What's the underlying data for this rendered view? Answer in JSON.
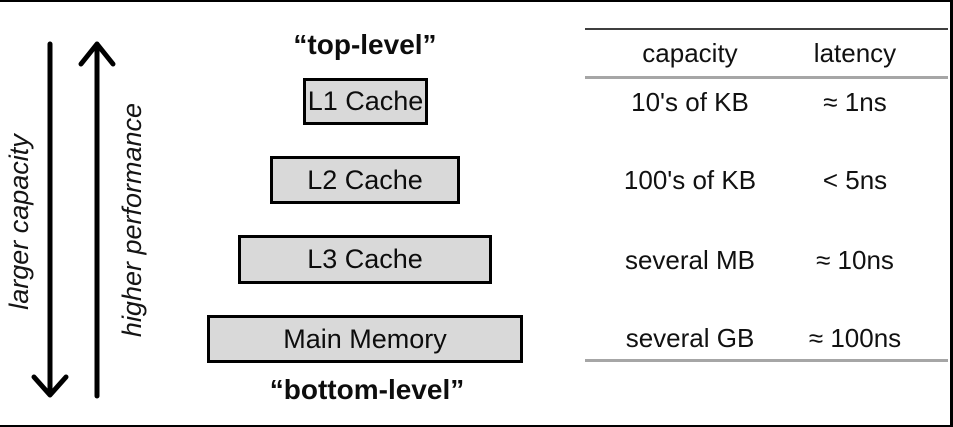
{
  "diagram": {
    "axis": {
      "capacity_label": "larger capacity",
      "performance_label": "higher performance"
    },
    "hierarchy": {
      "top_label": "“top-level”",
      "bottom_label": "“bottom-level”",
      "levels": [
        {
          "name": "L1 Cache",
          "capacity": "10's of KB",
          "latency": "≈ 1ns"
        },
        {
          "name": "L2 Cache",
          "capacity": "100's of KB",
          "latency": "< 5ns"
        },
        {
          "name": "L3 Cache",
          "capacity": "several MB",
          "latency": "≈ 10ns"
        },
        {
          "name": "Main Memory",
          "capacity": "several GB",
          "latency": "≈ 100ns"
        }
      ]
    },
    "table": {
      "headers": {
        "capacity": "capacity",
        "latency": "latency"
      }
    },
    "colors": {
      "box_fill": "#d9d9d9",
      "box_border": "#000000",
      "rule_dark": "#3f3f3f",
      "rule_gray": "#a6a6a6",
      "text": "#111111"
    }
  }
}
